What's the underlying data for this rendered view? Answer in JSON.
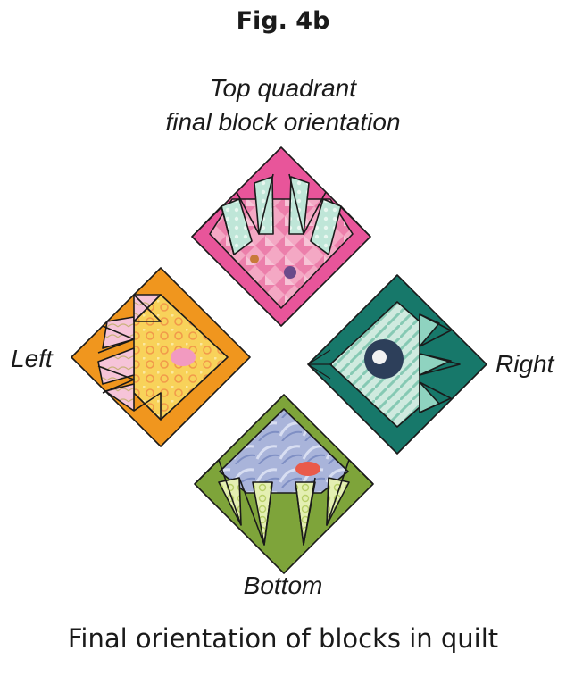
{
  "figure_title": "Fig. 4b",
  "labels": {
    "top_line1": "Top quadrant",
    "top_line2": "final block orientation",
    "left": "Left",
    "right": "Right",
    "bottom": "Bottom"
  },
  "caption": "Final orientation of blocks in quilt",
  "colors": {
    "top_block": "#e8559a",
    "left_block": "#f0961e",
    "right_block": "#17786a",
    "bottom_block": "#7ea43a",
    "outline": "#1a1a1a"
  }
}
